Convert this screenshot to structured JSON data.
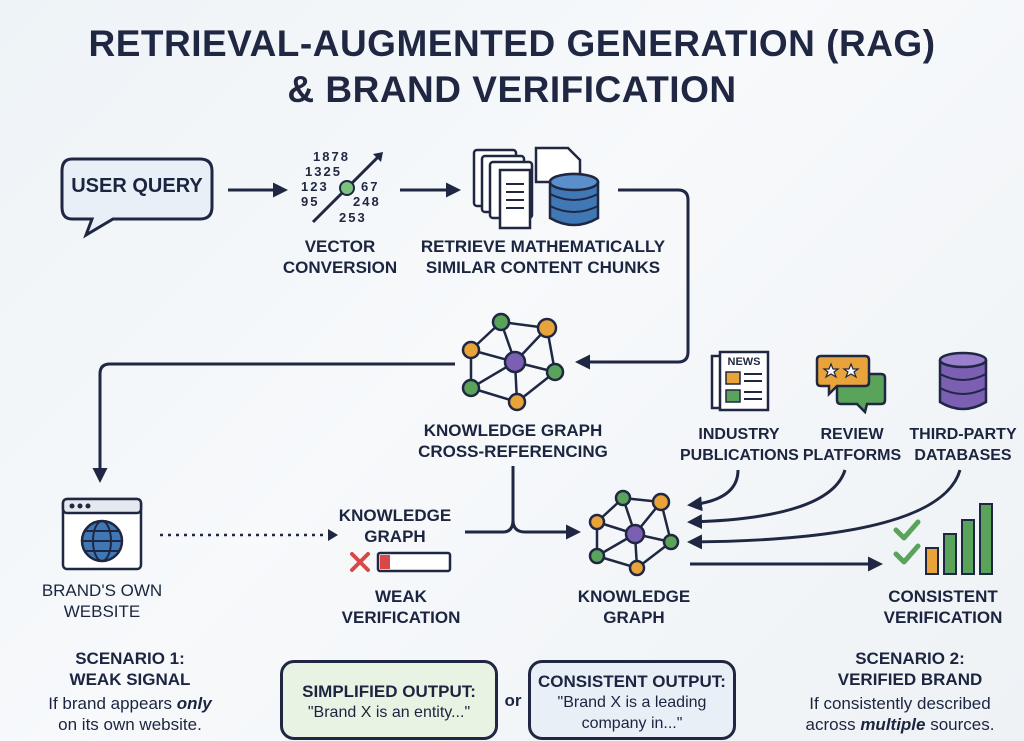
{
  "title": {
    "line1": "RETRIEVAL-AUGMENTED GENERATION (RAG)",
    "line2": "& BRAND VERIFICATION"
  },
  "flow": {
    "user_query": "USER QUERY",
    "vector_numbers": [
      "1878",
      "1325",
      "123",
      "67",
      "95",
      "248",
      "253"
    ],
    "vector_label": [
      "VECTOR",
      "CONVERSION"
    ],
    "retrieve_label": [
      "RETRIEVE MATHEMATICALLY",
      "SIMILAR CONTENT CHUNKS"
    ],
    "kg_cross_label": [
      "KNOWLEDGE GRAPH",
      "CROSS-REFERENCING"
    ]
  },
  "sources": {
    "news_badge": "NEWS",
    "industry": [
      "INDUSTRY",
      "PUBLICATIONS"
    ],
    "review": [
      "REVIEW",
      "PLATFORMS"
    ],
    "third_party": [
      "THIRD-PARTY",
      "DATABASES"
    ]
  },
  "scenario1": {
    "website_label": [
      "BRAND'S OWN",
      "WEBSITE"
    ],
    "kg_label": [
      "KNOWLEDGE",
      "GRAPH"
    ],
    "weak_label": [
      "WEAK",
      "VERIFICATION"
    ],
    "heading": [
      "SCENARIO 1:",
      "WEAK SIGNAL"
    ],
    "desc_pre": "If brand appears ",
    "desc_em": "only",
    "desc_post": "on its own website."
  },
  "center": {
    "kg_label": [
      "KNOWLEDGE",
      "GRAPH"
    ]
  },
  "scenario2": {
    "consistent_label": [
      "CONSISTENT",
      "VERIFICATION"
    ],
    "heading": [
      "SCENARIO 2:",
      "VERIFIED BRAND"
    ],
    "desc_line1": "If consistently described",
    "desc_pre": "across ",
    "desc_em": "multiple",
    "desc_post": " sources."
  },
  "outputs": {
    "simplified_title": "SIMPLIFIED OUTPUT:",
    "simplified_text": "\"Brand X is an entity...\"",
    "or": "or",
    "consistent_title": "CONSISTENT OUTPUT:",
    "consistent_text": [
      "\"Brand X is a leading",
      "company in...\""
    ]
  },
  "colors": {
    "navy": "#1f2742",
    "blue": "#3f78b5",
    "purple": "#7b5fb3",
    "green": "#5aa35a",
    "orange": "#e8a43a",
    "red": "#d94848",
    "bubble_green": "#e9f3e4"
  }
}
